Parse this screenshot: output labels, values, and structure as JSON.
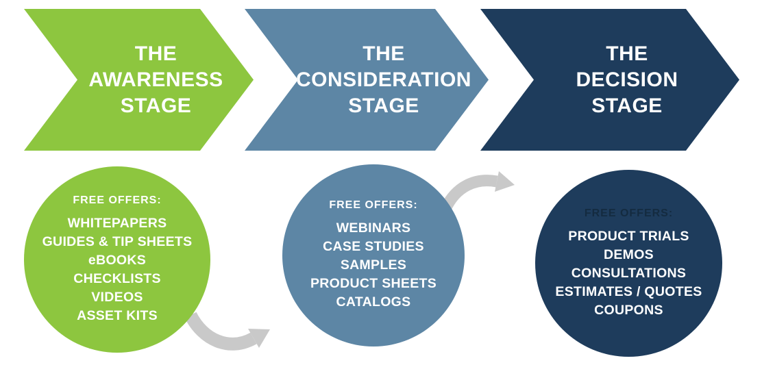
{
  "stages": [
    {
      "name": "awareness",
      "lines": [
        "THE",
        "AWARENESS",
        "STAGE"
      ],
      "color": "#8dc63f"
    },
    {
      "name": "consideration",
      "lines": [
        "THE",
        "CONSIDERATION",
        "STAGE"
      ],
      "color": "#5d86a5"
    },
    {
      "name": "decision",
      "lines": [
        "THE",
        "DECISION",
        "STAGE"
      ],
      "color": "#1e3c5c"
    }
  ],
  "offers": [
    {
      "stage": "awareness",
      "heading": "FREE OFFERS:",
      "heading_color": "#ffffff",
      "color": "#8dc63f",
      "items": [
        "WHITEPAPERS",
        "GUIDES & TIP SHEETS",
        "eBOOKS",
        "CHECKLISTS",
        "VIDEOS",
        "ASSET KITS"
      ]
    },
    {
      "stage": "consideration",
      "heading": "FREE OFFERS:",
      "heading_color": "#ffffff",
      "color": "#5d86a5",
      "items": [
        "WEBINARS",
        "CASE STUDIES",
        "SAMPLES",
        "PRODUCT SHEETS",
        "CATALOGS"
      ]
    },
    {
      "stage": "decision",
      "heading": "FREE OFFERS:",
      "heading_color": "#142b40",
      "color": "#1e3c5c",
      "items": [
        "PRODUCT TRIALS",
        "DEMOS",
        "CONSULTATIONS",
        "ESTIMATES / QUOTES",
        "COUPONS"
      ]
    }
  ],
  "connectors": [
    {
      "icon": "curved-arrow-icon",
      "from": "awareness",
      "to": "consideration"
    },
    {
      "icon": "curved-arrow-icon",
      "from": "consideration",
      "to": "decision"
    }
  ],
  "colors": {
    "background": "#ffffff",
    "stage_text": "#ffffff",
    "arrow_gray": "#c9c9c9"
  }
}
